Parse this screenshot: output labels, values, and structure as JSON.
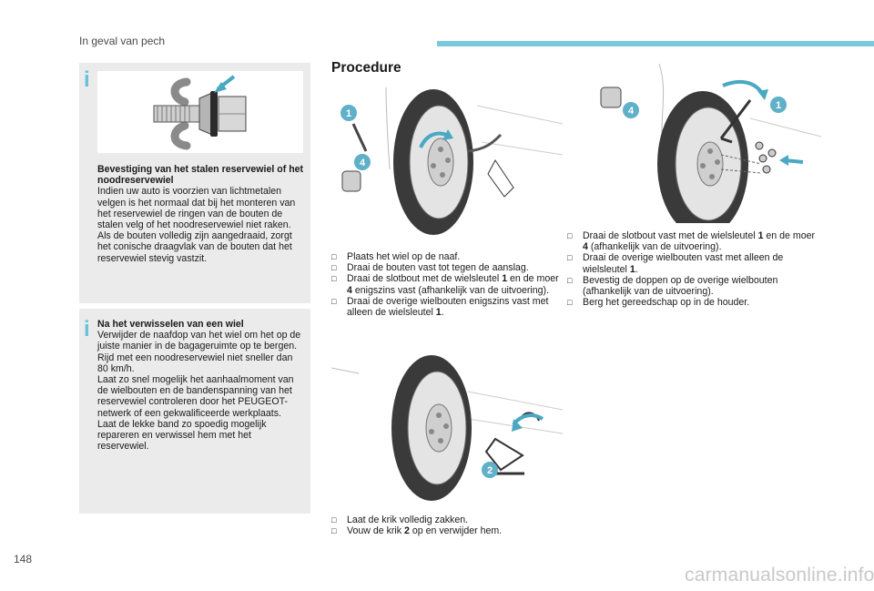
{
  "header": {
    "section": "In geval van pech"
  },
  "page_number": "148",
  "watermark": "carmanualsonline.info",
  "info_box_1": {
    "title": "Bevestiging van het stalen reservewiel of het noodreservewiel",
    "body": "Indien uw auto is voorzien van lichtmetalen velgen is het normaal dat bij het monteren van het reservewiel de ringen van de bouten de stalen velg of het noodreservewiel niet raken. Als de bouten volledig zijn aangedraaid, zorgt het conische draagvlak van de bouten dat het reservewiel stevig vastzit."
  },
  "info_box_2": {
    "title": "Na het verwisselen van een wiel",
    "lines": [
      "Verwijder de naafdop van het wiel om het op de juiste manier in de bagageruimte op te bergen.",
      "Rijd met een noodreservewiel niet sneller dan 80 km/h.",
      "Laat zo snel mogelijk het aanhaalmoment van de wielbouten en de bandenspanning van het reservewiel controleren door het PEUGEOT-netwerk of een gekwalificeerde werkplaats.",
      "Laat de lekke band zo spoedig mogelijk repareren en verwissel hem met het reservewiel."
    ]
  },
  "procedure": {
    "heading": "Procedure",
    "steps_1": [
      {
        "pre": "Plaats het wiel op de naaf.",
        "b1": "",
        "mid": "",
        "b2": "",
        "post": ""
      },
      {
        "pre": "Draai de bouten vast tot tegen de aanslag.",
        "b1": "",
        "mid": "",
        "b2": "",
        "post": ""
      },
      {
        "pre": "Draai de slotbout met de wielsleutel ",
        "b1": "1",
        "mid": " en de moer ",
        "b2": "4",
        "post": " enigszins vast (afhankelijk van de uitvoering)."
      },
      {
        "pre": "Draai de overige wielbouten enigszins vast met alleen de wielsleutel ",
        "b1": "1",
        "mid": ".",
        "b2": "",
        "post": ""
      }
    ],
    "steps_2": [
      {
        "pre": "Draai de slotbout vast met de wielsleutel ",
        "b1": "1",
        "mid": " en de moer ",
        "b2": "4",
        "post": " (afhankelijk van de uitvoering)."
      },
      {
        "pre": "Draai de overige wielbouten vast met alleen de wielsleutel ",
        "b1": "1",
        "mid": ".",
        "b2": "",
        "post": ""
      },
      {
        "pre": "Bevestig de doppen op de overige wielbouten (afhankelijk van de uitvoering).",
        "b1": "",
        "mid": "",
        "b2": "",
        "post": ""
      },
      {
        "pre": "Berg het gereedschap op in de houder.",
        "b1": "",
        "mid": "",
        "b2": "",
        "post": ""
      }
    ],
    "steps_3": [
      {
        "pre": "Laat de krik volledig zakken.",
        "b1": "",
        "mid": "",
        "b2": "",
        "post": ""
      },
      {
        "pre": "Vouw de krik ",
        "b1": "2",
        "mid": " op en verwijder hem.",
        "b2": "",
        "post": ""
      }
    ]
  },
  "illustration_badges": {
    "ill1": [
      "1",
      "4"
    ],
    "ill2": [
      "1",
      "4"
    ],
    "ill3": [
      "2"
    ]
  },
  "colors": {
    "accent": "#78c9de",
    "badge": "#5fb0c8",
    "box": "#ebebeb",
    "arrow": "#4aa8c3"
  }
}
